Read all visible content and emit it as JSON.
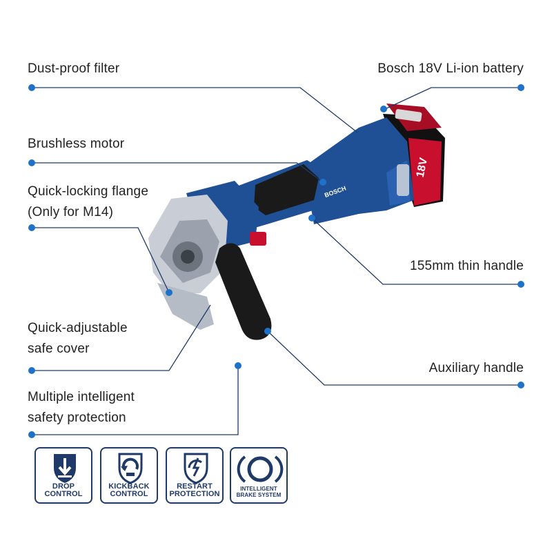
{
  "callouts": {
    "dust_filter": "Dust-proof filter",
    "battery": "Bosch 18V Li-ion battery",
    "motor": "Brushless motor",
    "flange_line1": "Quick-locking flange",
    "flange_line2": "(Only for M14)",
    "handle_thin": "155mm thin handle",
    "cover_line1": "Quick-adjustable",
    "cover_line2": "safe cover",
    "aux_handle": "Auxiliary handle",
    "safety_line1": "Multiple intelligent",
    "safety_line2": "safety protection"
  },
  "battery_marking": "18V",
  "brand_marking": "BOSCH",
  "badges": [
    {
      "line1": "DROP",
      "line2": "CONTROL",
      "icon": "drop-arrow-icon"
    },
    {
      "line1": "KICKBACK",
      "line2": "CONTROL",
      "icon": "kickback-icon"
    },
    {
      "line1": "RESTART",
      "line2": "PROTECTION",
      "icon": "restart-bolt-icon"
    },
    {
      "line1": "INTELLIGENT",
      "line2": "BRAKE SYSTEM",
      "icon": "brake-ring-icon"
    }
  ],
  "colors": {
    "tool_blue": "#1f4f95",
    "leader": "#1f3a68",
    "dot": "#1e73c8",
    "battery_red": "#c8102e",
    "grip_black": "#1a1a1a"
  }
}
